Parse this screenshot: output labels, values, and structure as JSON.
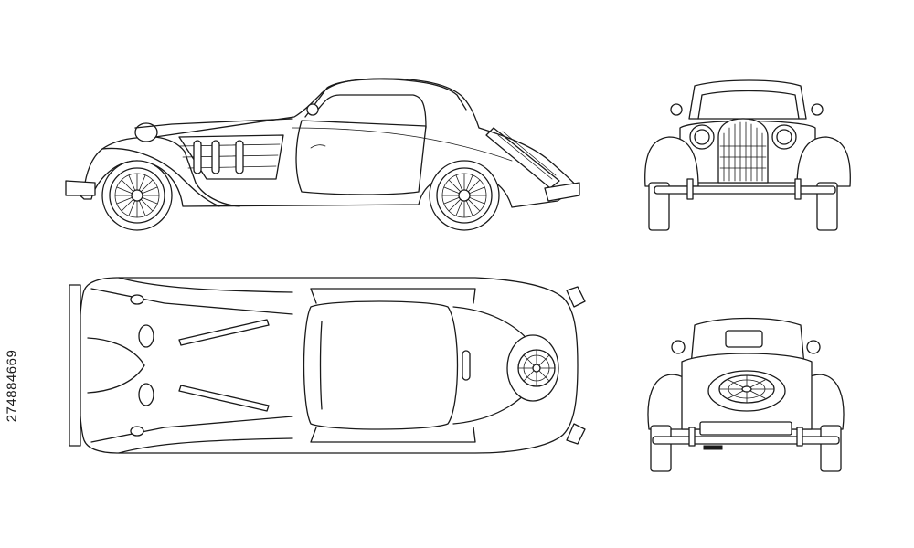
{
  "image": {
    "background": "#ffffff",
    "line_color": "#1a1a1a",
    "subject": "vintage-convertible-car-outline",
    "views": [
      "side",
      "front",
      "top",
      "rear"
    ]
  },
  "stock_id": "274884669"
}
